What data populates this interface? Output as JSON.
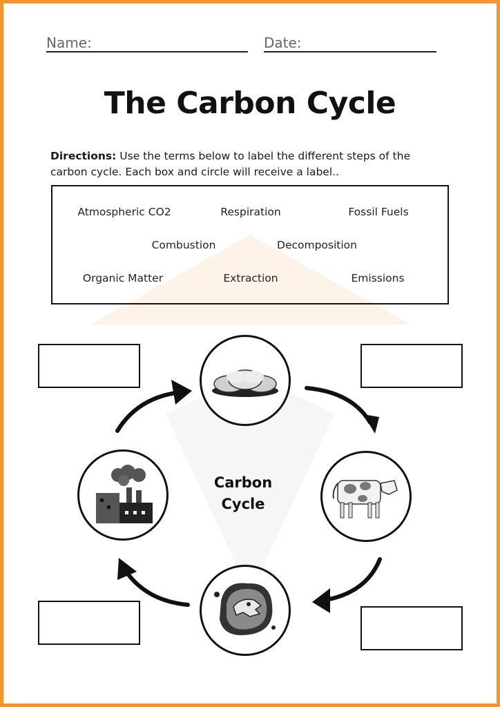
{
  "header": {
    "name_label": "Name:",
    "date_label": "Date:"
  },
  "title": "The Carbon Cycle",
  "directions": {
    "lead": "Directions:",
    "text": " Use the terms below to label the different steps of the carbon cycle. Each box and circle will receive a label.."
  },
  "terms": [
    "Atmospheric CO2",
    "Respiration",
    "Fossil Fuels",
    "Combustion",
    "Decomposition",
    "Organic Matter",
    "Extraction",
    "Emissions"
  ],
  "diagram": {
    "center_line1": "Carbon",
    "center_line2": "Cycle",
    "icons": [
      "cloud-icon",
      "cow-icon",
      "fossil-icon",
      "factory-icon"
    ]
  },
  "colors": {
    "border": "#f5962c",
    "ink": "#111111"
  }
}
